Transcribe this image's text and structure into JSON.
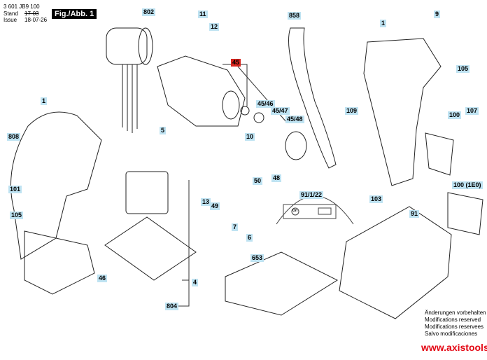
{
  "header": {
    "part_number": "3 601 JB9 100",
    "stand_label": "Stand",
    "issue_label": "Issue",
    "stand_value": "17-03",
    "issue_value": "18-07-26",
    "figure": "Fig./Abb. 1"
  },
  "callouts": [
    "802",
    "11",
    "12",
    "858",
    "9",
    "1",
    "45",
    "45/46",
    "45/47",
    "45/48",
    "105",
    "1",
    "109",
    "100",
    "107",
    "5",
    "10",
    "808",
    "50",
    "48",
    "101",
    "13",
    "49",
    "91/1/22",
    "105",
    "7",
    "6",
    "103",
    "100 (1E0)",
    "91",
    "653",
    "46",
    "4",
    "804"
  ],
  "inset": {
    "button_label": "On"
  },
  "footer": {
    "notes": [
      "Änderungen vorbehalten",
      "Modifications reserved",
      "Modifications reservees",
      "Salvo modificaciones"
    ],
    "url": "www.axistools.ru"
  },
  "colors": {
    "callout_bg": "#bfe3f2",
    "highlight": "#d8261f",
    "url": "#e30613"
  }
}
